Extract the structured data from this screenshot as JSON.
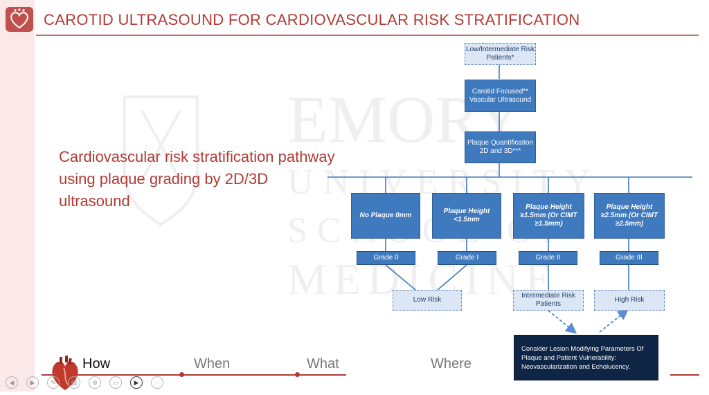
{
  "header": {
    "title": "CAROTID ULTRASOUND FOR CARDIOVASCULAR RISK STRATIFICATION"
  },
  "subtitle": "Cardiovascular risk stratification pathway using plaque grading by 2D/3D ultrasound",
  "watermark": {
    "line1": "EMORY",
    "line2": "UNIVERSITY",
    "line3": "SCHOOL OF",
    "line4": "MEDICINE"
  },
  "flow": {
    "start": "Low/Intermediate Risk Patients*",
    "ultrasound": "Carotid Focused** Vascular Ultrasound",
    "quant": "Plaque Quantification 2D and 3D***",
    "cat1": "No Plaque 0mm",
    "cat2": "Plaque Height <1.5mm",
    "cat3": "Plaque Height ≥1.5mm (Or CIMT ≥1.5mm)",
    "cat4": "Plaque Height ≥2.5mm (Or CIMT ≥2.5mm)",
    "grade0": "Grade 0",
    "grade1": "Grade I",
    "grade2": "Grade II",
    "grade3": "Grade III",
    "low": "Low Risk",
    "intermediate": "Intermediate Risk Patients",
    "high": "High Risk",
    "consider": "Consider Lesion Modifying Parameters Of Plaque and Patient Vulnerability: Neovascularization and Echolucency."
  },
  "nav": {
    "how": "How",
    "when": "When",
    "what": "What",
    "where": "Where"
  },
  "colors": {
    "accent": "#b23a34",
    "box": "#3f79be",
    "dark": "#0f2545"
  },
  "icons": {
    "logo": "heart-logo-icon",
    "controls": [
      "back-icon",
      "play-icon",
      "pen-icon",
      "slides-icon",
      "zoom-icon",
      "subtitles-icon",
      "camera-icon",
      "more-icon"
    ]
  }
}
